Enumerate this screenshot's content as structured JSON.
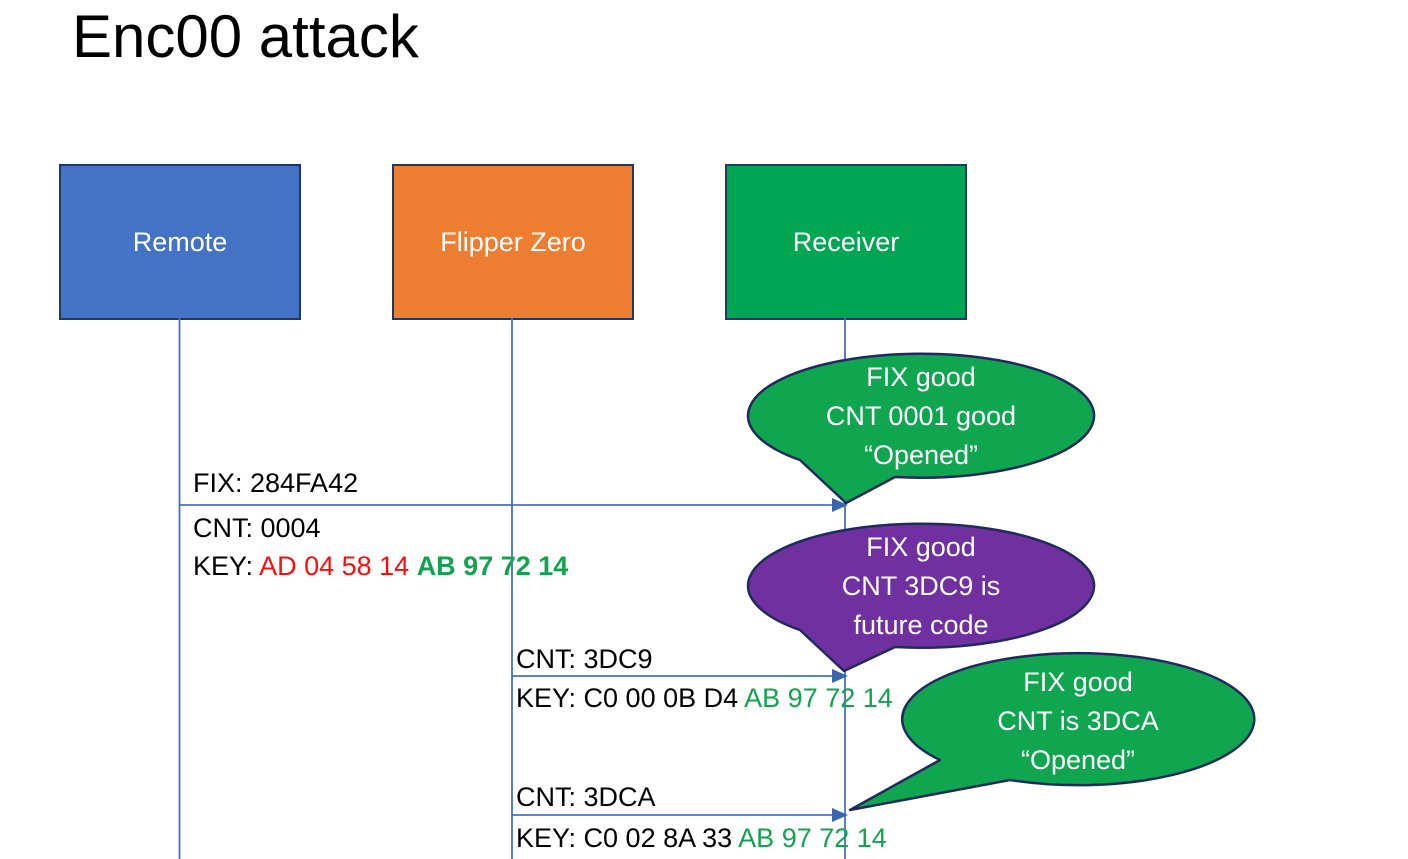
{
  "title": "Enc00 attack",
  "actors": [
    {
      "label": "Remote",
      "fill": "#4472c4"
    },
    {
      "label": "Flipper Zero",
      "fill": "#ed7d31"
    },
    {
      "label": "Receiver",
      "fill": "#00a651"
    }
  ],
  "messages": [
    {
      "from": "Remote",
      "to": "Receiver",
      "above": [
        {
          "parts": [
            {
              "t": "FIX: 284FA42",
              "c": "black"
            }
          ]
        }
      ],
      "below": [
        {
          "parts": [
            {
              "t": "CNT: 0004",
              "c": "black"
            }
          ]
        },
        {
          "parts": [
            {
              "t": "KEY: ",
              "c": "black"
            },
            {
              "t": "AD 04 58 14 ",
              "c": "red"
            },
            {
              "t": "AB 97 72 14",
              "c": "green",
              "bold": true
            }
          ]
        }
      ]
    },
    {
      "from": "Flipper Zero",
      "to": "Receiver",
      "above": [
        {
          "parts": [
            {
              "t": "CNT: 3DC9",
              "c": "black"
            }
          ]
        }
      ],
      "below": [
        {
          "parts": [
            {
              "t": "KEY: C0 00 0B D4 ",
              "c": "black"
            },
            {
              "t": "AB 97 72 14",
              "c": "green"
            }
          ]
        }
      ]
    },
    {
      "from": "Flipper Zero",
      "to": "Receiver",
      "above": [
        {
          "parts": [
            {
              "t": "CNT: 3DCA",
              "c": "black"
            }
          ]
        }
      ],
      "below": [
        {
          "parts": [
            {
              "t": "KEY: C0 02 8A 33 ",
              "c": "black"
            },
            {
              "t": "AB 97 72 14",
              "c": "green"
            }
          ]
        }
      ]
    }
  ],
  "callouts": [
    {
      "shape": "speech-bubble",
      "fill": "#0fa64f",
      "lines": [
        "FIX good",
        "CNT 0001 good",
        "“Opened”"
      ]
    },
    {
      "shape": "speech-bubble",
      "fill": "#7030a0",
      "lines": [
        "FIX good",
        "CNT 3DC9 is",
        "future code"
      ]
    },
    {
      "shape": "speech-bubble",
      "fill": "#0fa64f",
      "lines": [
        "FIX good",
        "CNT is 3DCA",
        "“Opened”"
      ]
    }
  ],
  "colors": {
    "remote_box": "#4472c4",
    "flipper_box": "#ed7d31",
    "receiver_box": "#00a651",
    "box_border": "#1f3864",
    "bubble_border": "#1f2a5e",
    "bubble_green": "#0fa64f",
    "bubble_purple": "#7030a0",
    "connector_blue": "#4472c4",
    "arrowhead_blue": "#3c66ac",
    "key_red": "#fb0d0d",
    "key_green": "#12a34f",
    "text_black": "#000000",
    "text_white": "#ffffff"
  }
}
